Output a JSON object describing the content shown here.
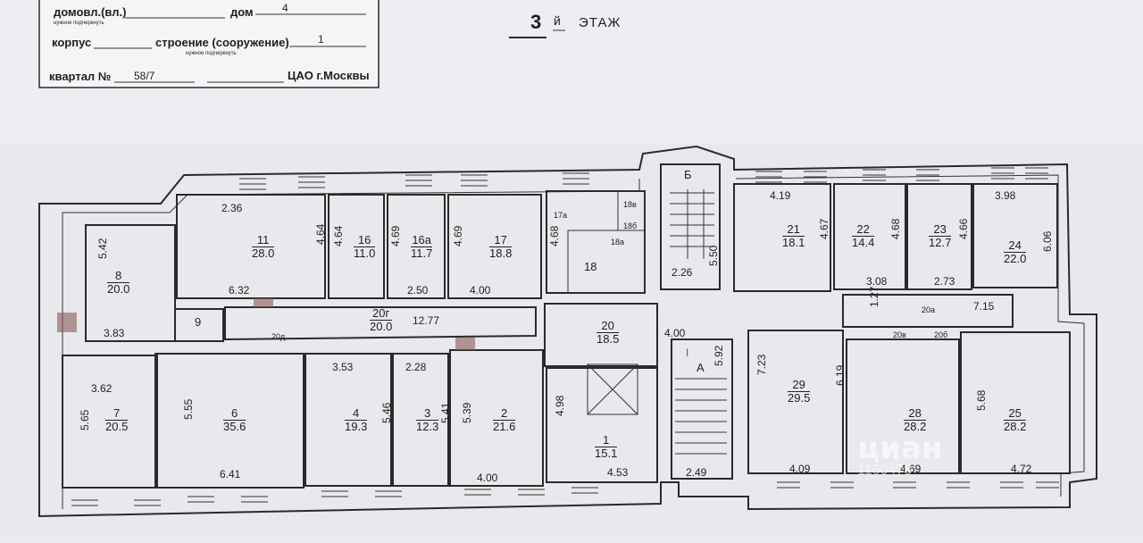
{
  "header": {
    "domovl_label": "домовл.(вл.)",
    "dom_label": "дом",
    "dom_value": "4",
    "nuzhnoe": "нужное подчеркнуть",
    "korpus_label": "корпус",
    "stroenie_label": "строение (сооружение)",
    "stroenie_value": "1",
    "kvartal_label": "квартал №",
    "kvartal_value": "58/7",
    "district": "ЦАО г.Москвы"
  },
  "floor": {
    "number": "3",
    "suffix": "й",
    "label": "ЭТАЖ"
  },
  "stairs": {
    "b": "Б",
    "a": "А",
    "a_mark": "I"
  },
  "rooms": [
    {
      "num": "8",
      "area": "20.0"
    },
    {
      "num": "11",
      "area": "28.0"
    },
    {
      "num": "16",
      "area": "11.0"
    },
    {
      "num": "16а",
      "area": "11.7"
    },
    {
      "num": "17",
      "area": "18.8"
    },
    {
      "num": "17а",
      "area": ""
    },
    {
      "num": "18а",
      "area": ""
    },
    {
      "num": "18",
      "area": ""
    },
    {
      "num": "18б",
      "area": ""
    },
    {
      "num": "18в",
      "area": ""
    },
    {
      "num": "21",
      "area": "18.1"
    },
    {
      "num": "22",
      "area": "14.4"
    },
    {
      "num": "23",
      "area": "12.7"
    },
    {
      "num": "24",
      "area": "22.0"
    },
    {
      "num": "9",
      "area": ""
    },
    {
      "num": "20г",
      "area": "20.0"
    },
    {
      "num": "20д",
      "area": ""
    },
    {
      "num": "20",
      "area": "18.5"
    },
    {
      "num": "20а",
      "area": ""
    },
    {
      "num": "20в",
      "area": ""
    },
    {
      "num": "20б",
      "area": ""
    },
    {
      "num": "7",
      "area": "20.5"
    },
    {
      "num": "6",
      "area": "35.6"
    },
    {
      "num": "4",
      "area": "19.3"
    },
    {
      "num": "3",
      "area": "12.3"
    },
    {
      "num": "2",
      "area": "21.6"
    },
    {
      "num": "1",
      "area": "15.1"
    },
    {
      "num": "29",
      "area": "29.5"
    },
    {
      "num": "28",
      "area": "28.2"
    },
    {
      "num": "25",
      "area": "28.2"
    }
  ],
  "dimensions": [
    "5.42",
    "3.83",
    "2.36",
    "4.64",
    "6.32",
    "4.64",
    "4.69",
    "2.50",
    "4.69",
    "4.00",
    "4.68",
    "2.26",
    "5.50",
    "4.19",
    "4.67",
    "4.68",
    "3.08",
    "4.66",
    "2.73",
    "3.98",
    "6.06",
    "12.77",
    "4.00",
    "1.27",
    "7.15",
    "3.62",
    "5.65",
    "5.55",
    "6.41",
    "3.53",
    "5.46",
    "2.28",
    "5.41",
    "5.39",
    "4.00",
    "4.98",
    "4.53",
    "5.92",
    "2.49",
    "7.23",
    "6.19",
    "4.09",
    "4.69",
    "5.68",
    "4.72"
  ],
  "watermark": {
    "brand": "циан",
    "code": "1160478"
  }
}
